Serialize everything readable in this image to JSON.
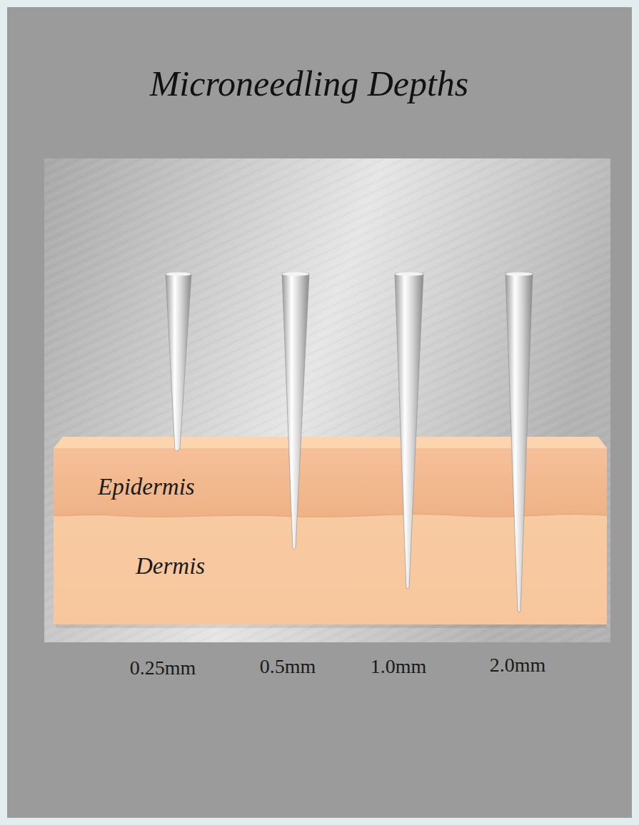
{
  "diagram": {
    "title": "Microneedling Depths",
    "nodes": [
      {
        "text": [
          "Epidermis"
        ]
      },
      {
        "text": [
          "Dermis"
        ]
      }
    ],
    "labels": [
      "0.25mm",
      "0.5mm",
      "1.0mm",
      "2.0mm"
    ]
  }
}
